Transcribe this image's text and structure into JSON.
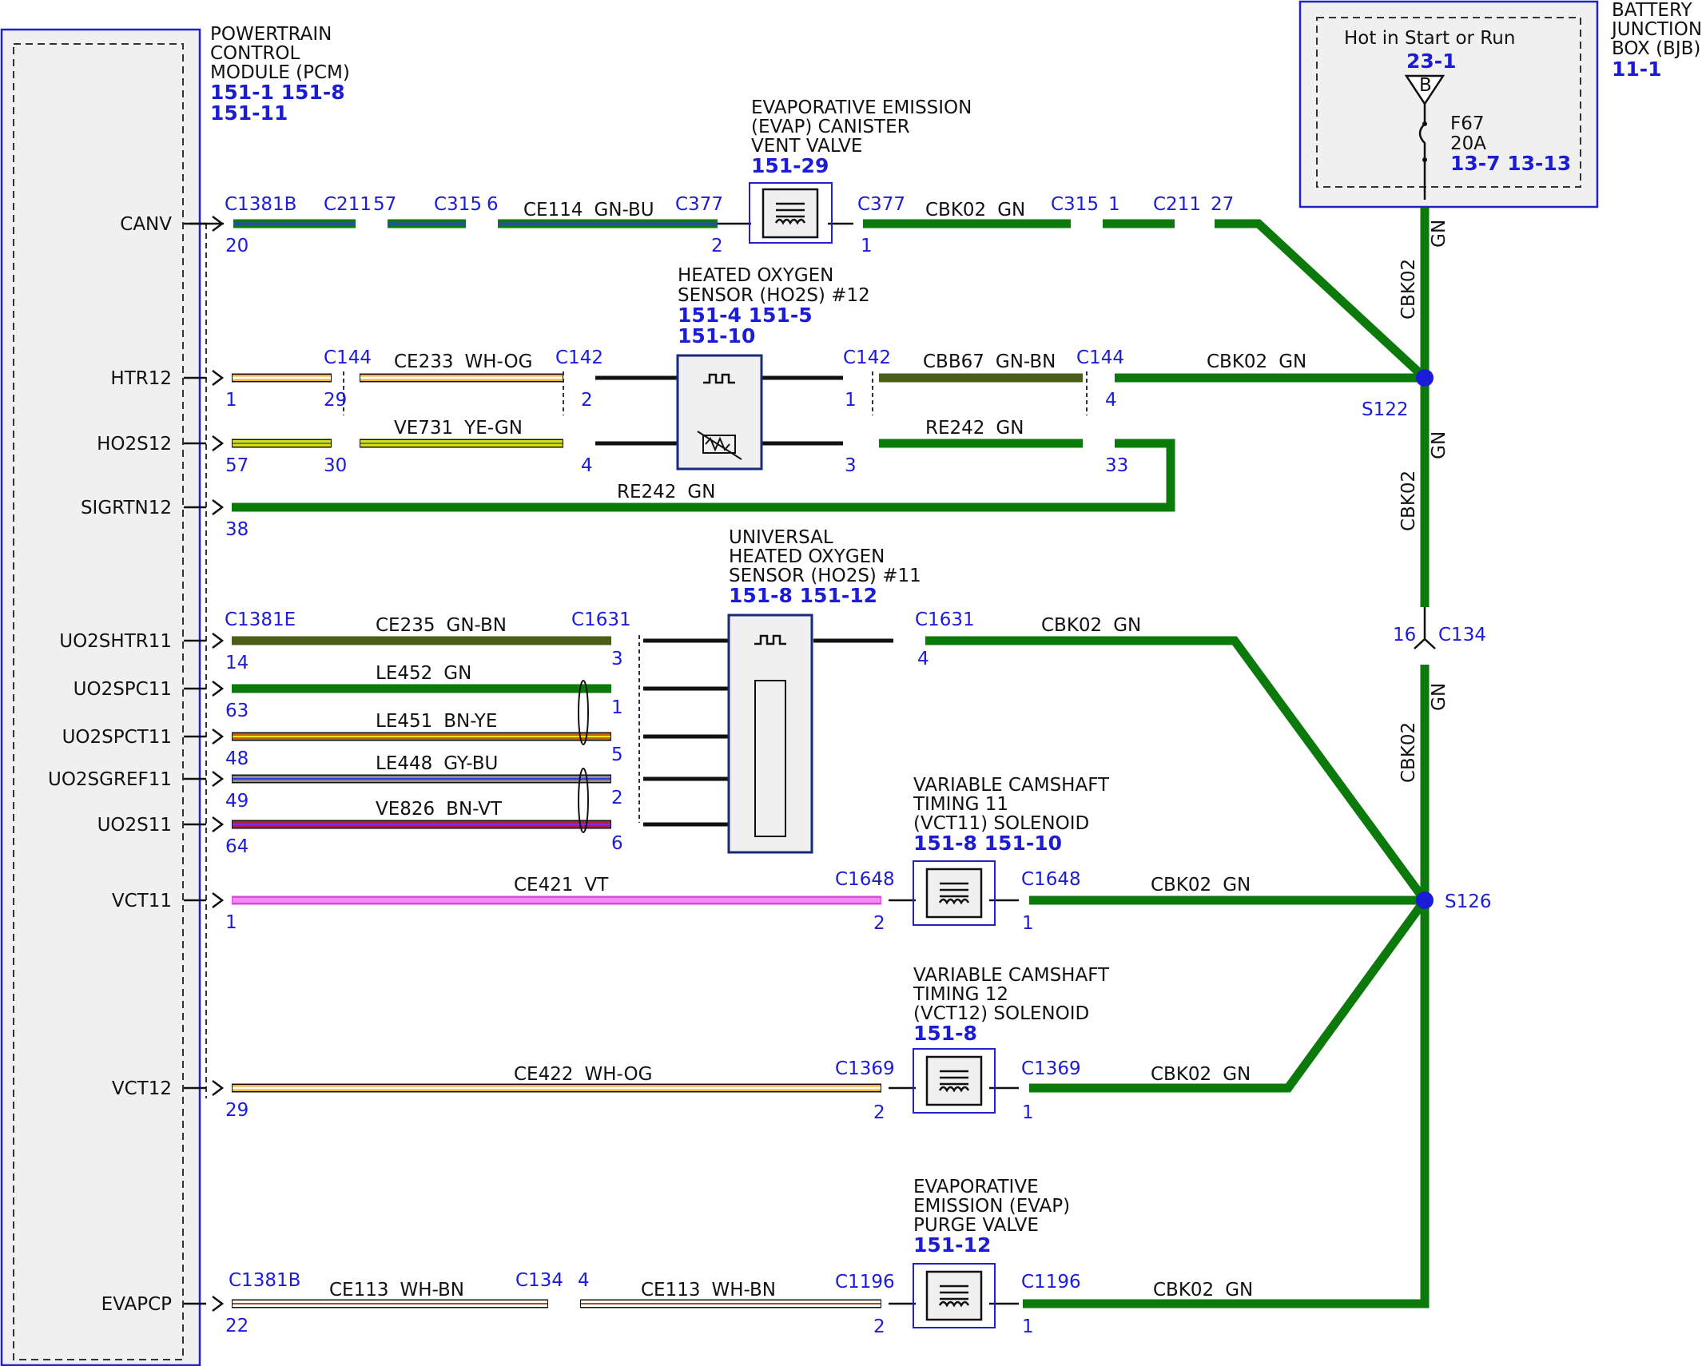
{
  "module": {
    "title": [
      "POWERTRAIN",
      "CONTROL",
      "MODULE (PCM)"
    ],
    "refs": [
      "151-1 151-8",
      "151-11"
    ]
  },
  "bjb": {
    "title": [
      "BATTERY",
      "JUNCTION",
      "BOX (BJB)"
    ],
    "ref": "11-1",
    "hot": "Hot in Start or Run",
    "bus_ref": "23-1",
    "bus_letter": "B",
    "fuse": "F67",
    "amps": "20A",
    "fuse_refs": "13-7   13-13"
  },
  "signals": [
    "CANV",
    "HTR12",
    "HO2S12",
    "SIGRTN12",
    "UO2SHTR11",
    "UO2SPC11",
    "UO2SPCT11",
    "UO2SGREF11",
    "UO2S11",
    "VCT11",
    "VCT12",
    "EVAPCP"
  ],
  "pcm_pins": [
    "20",
    "1",
    "57",
    "38",
    "14",
    "63",
    "48",
    "49",
    "64",
    "1",
    "29",
    "22"
  ],
  "connectors": [
    "C1381B",
    "C211",
    "57",
    "C315",
    "6",
    "C377",
    "C377",
    "C315",
    "1",
    "C211",
    "27",
    "C144",
    "C142",
    "C142",
    "C144",
    "C1381E",
    "C1631",
    "C1631",
    "C1648",
    "C1648",
    "C1369",
    "C1369",
    "C1381B",
    "C134",
    "4",
    "C1196",
    "C1196",
    "C134"
  ],
  "pins": [
    "2",
    "1",
    "29",
    "2",
    "1",
    "4",
    "30",
    "4",
    "3",
    "33",
    "3",
    "4",
    "1",
    "5",
    "2",
    "6",
    "2",
    "1",
    "2",
    "1",
    "2",
    "1",
    "16"
  ],
  "wires": [
    {
      "circuit": "CE114",
      "color": "GN-BU"
    },
    {
      "circuit": "CBK02",
      "color": "GN"
    },
    {
      "circuit": "CE233",
      "color": "WH-OG"
    },
    {
      "circuit": "CBB67",
      "color": "GN-BN"
    },
    {
      "circuit": "CBK02",
      "color": "GN"
    },
    {
      "circuit": "VE731",
      "color": "YE-GN"
    },
    {
      "circuit": "RE242",
      "color": "GN"
    },
    {
      "circuit": "RE242",
      "color": "GN"
    },
    {
      "circuit": "CE235",
      "color": "GN-BN"
    },
    {
      "circuit": "CBK02",
      "color": "GN"
    },
    {
      "circuit": "LE452",
      "color": "GN"
    },
    {
      "circuit": "LE451",
      "color": "BN-YE"
    },
    {
      "circuit": "LE448",
      "color": "GY-BU"
    },
    {
      "circuit": "VE826",
      "color": "BN-VT"
    },
    {
      "circuit": "CE421",
      "color": "VT"
    },
    {
      "circuit": "CBK02",
      "color": "GN"
    },
    {
      "circuit": "CE422",
      "color": "WH-OG"
    },
    {
      "circuit": "CBK02",
      "color": "GN"
    },
    {
      "circuit": "CE113",
      "color": "WH-BN"
    },
    {
      "circuit": "CE113",
      "color": "WH-BN"
    },
    {
      "circuit": "CBK02",
      "color": "GN"
    }
  ],
  "trunk_labels": [
    {
      "circuit": "CBK02",
      "color": "GN"
    },
    {
      "circuit": "CBK02",
      "color": "GN"
    },
    {
      "circuit": "CBK02",
      "color": "GN"
    }
  ],
  "splices": [
    "S122",
    "S126"
  ],
  "components": [
    {
      "name": [
        "EVAPORATIVE EMISSION",
        "(EVAP) CANISTER",
        "VENT VALVE"
      ],
      "refs": "151-29"
    },
    {
      "name": [
        "HEATED OXYGEN",
        "SENSOR (HO2S) #12"
      ],
      "refs": [
        "151-4 151-5",
        "151-10"
      ]
    },
    {
      "name": [
        "UNIVERSAL",
        "HEATED OXYGEN",
        "SENSOR (HO2S) #11"
      ],
      "refs": "151-8   151-12"
    },
    {
      "name": [
        "VARIABLE CAMSHAFT",
        "TIMING 11",
        "(VCT11) SOLENOID"
      ],
      "refs": "151-8   151-10"
    },
    {
      "name": [
        "VARIABLE CAMSHAFT",
        "TIMING 12",
        "(VCT12) SOLENOID"
      ],
      "refs": "151-8"
    },
    {
      "name": [
        "EVAPORATIVE",
        "EMISSION (EVAP)",
        "PURGE VALVE"
      ],
      "refs": "151-12"
    }
  ],
  "colors": {
    "ink": "#111111",
    "pin_blue": "#1c1cd6",
    "frame_blue": "#2222cc",
    "wire_green": "#0b7a0b",
    "module_fill": "#f0f0f0"
  }
}
